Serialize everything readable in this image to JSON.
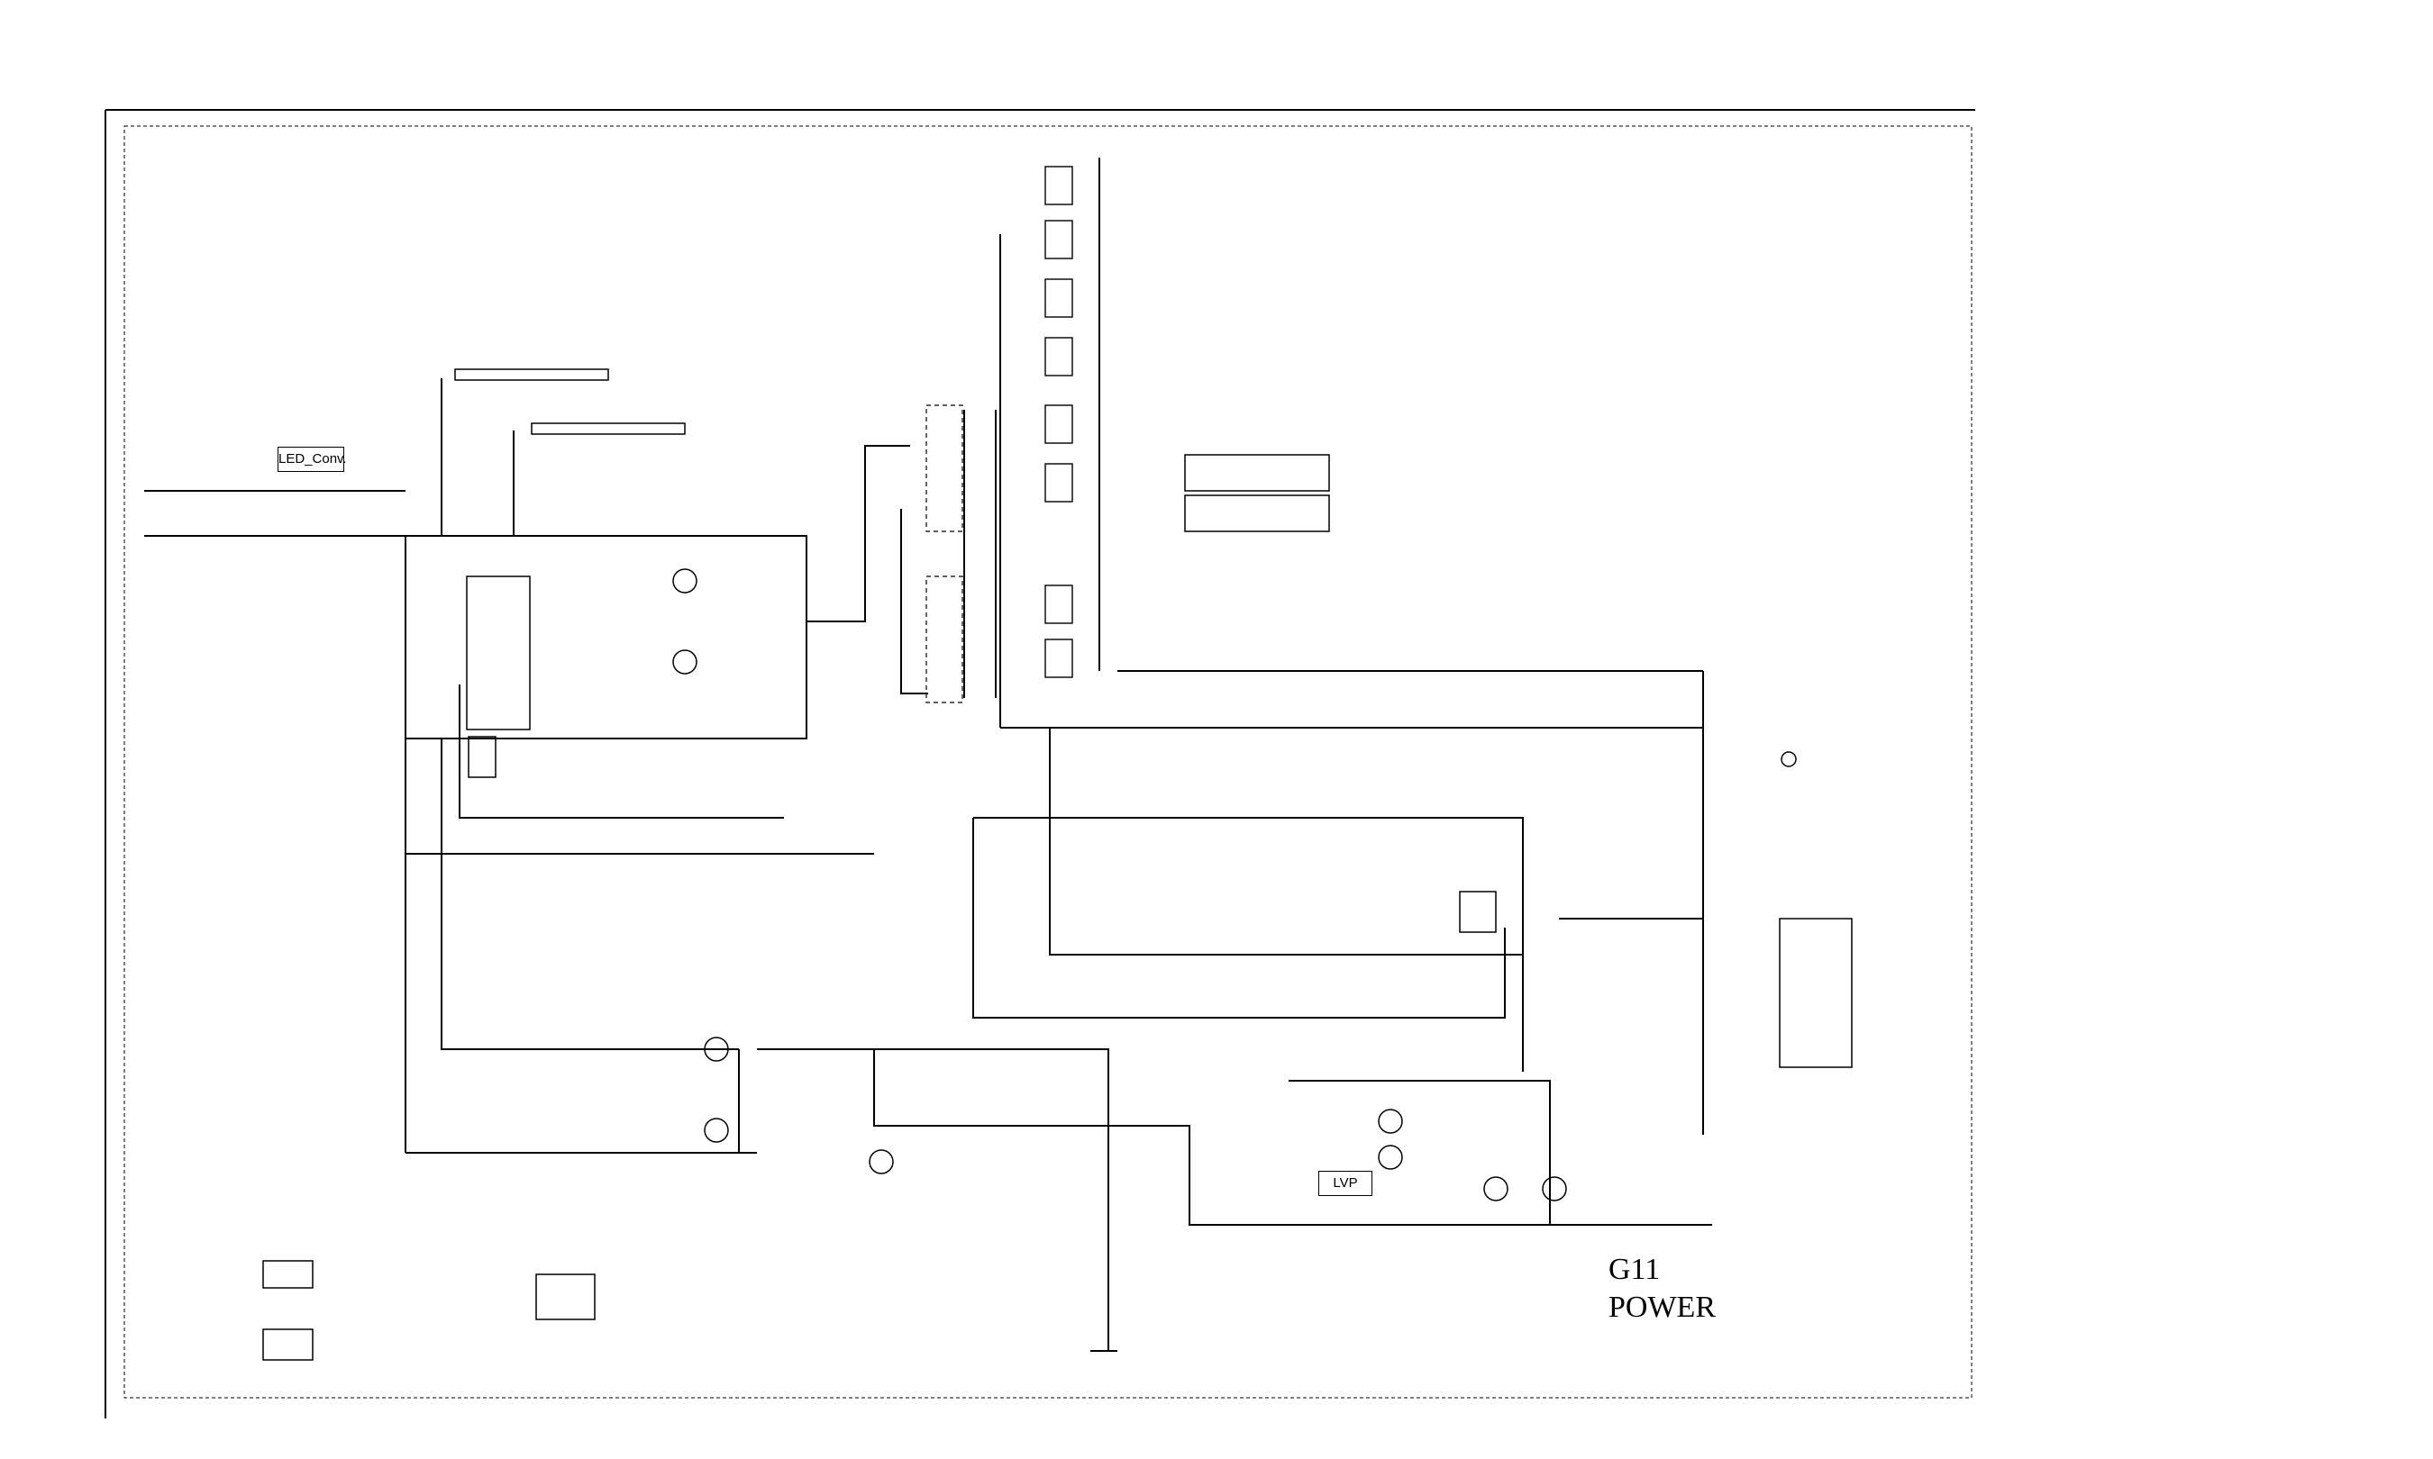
{
  "sheet": {
    "id": "G11",
    "title": "POWER"
  },
  "blocks": {
    "led_converter": "LED_Conv.",
    "lvp": "LVP"
  },
  "colors": {
    "ink": "#000000",
    "background": "#ffffff"
  }
}
